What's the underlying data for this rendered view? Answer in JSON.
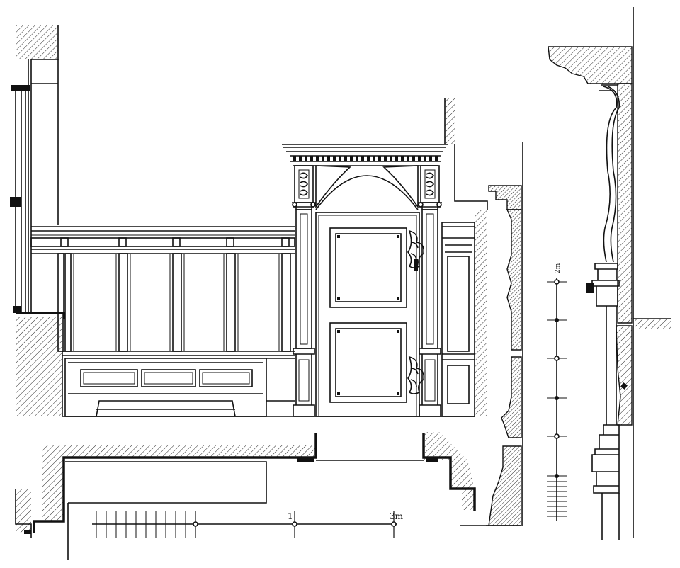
{
  "scale_bar": {
    "mark_one": "1",
    "mark_three": "3m"
  },
  "vertical_scale": {
    "label": "2m"
  },
  "colors": {
    "ink": "#111111",
    "paper": "#ffffff"
  }
}
